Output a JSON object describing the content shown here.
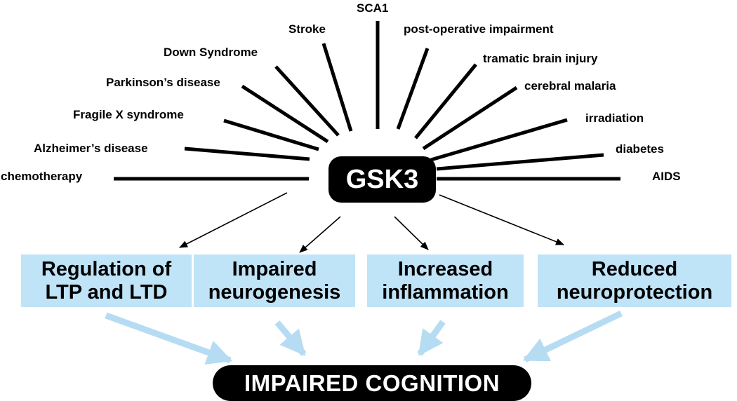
{
  "hub": {
    "label": "GSK3"
  },
  "conditions": {
    "sca1": "SCA1",
    "stroke": "Stroke",
    "postop": "post-operative impairment",
    "down": "Down Syndrome",
    "tbi": "tramatic brain injury",
    "parkinsons": "Parkinson’s disease",
    "malaria": "cerebral  malaria",
    "fragilex": "Fragile X syndrome",
    "irradiation": "irradiation",
    "alzheimers": "Alzheimer’s disease",
    "diabetes": "diabetes",
    "chemo": "chemotherapy",
    "aids": "AIDS"
  },
  "effects": {
    "ltp": "Regulation of\nLTP and LTD",
    "neuro": "Impaired\nneurogenesis",
    "inflam": "Increased\ninflammation",
    "protect": "Reduced\nneuroprotection"
  },
  "outcome": {
    "label": "IMPAIRED COGNITION"
  },
  "colors": {
    "box_fill": "#bfe3f7",
    "thick_arrow": "#b5dcf2",
    "ink": "#000000"
  }
}
